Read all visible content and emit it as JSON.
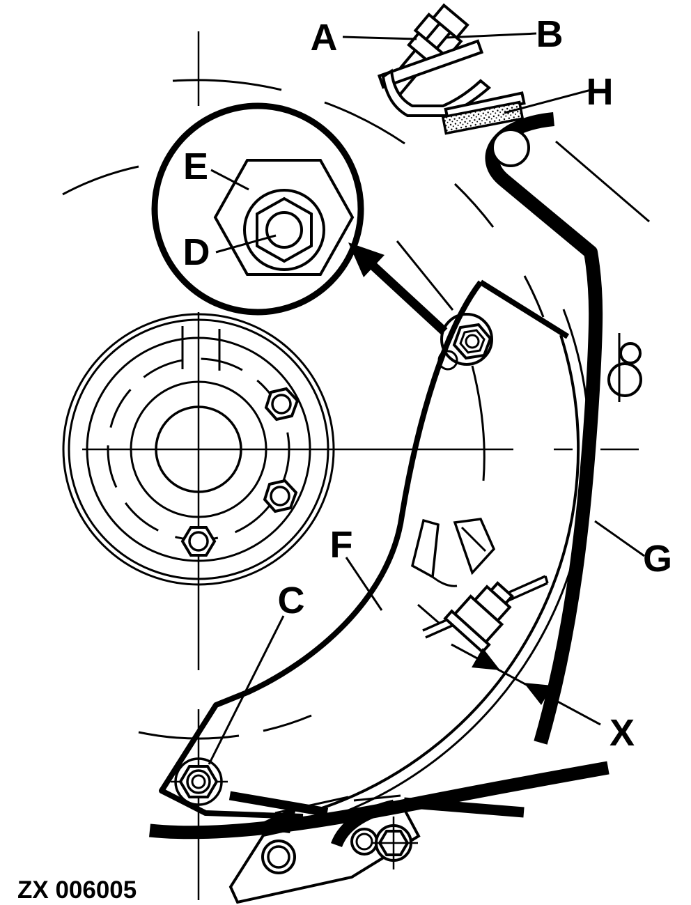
{
  "figure": {
    "code": "ZX 006005",
    "background_color": "#ffffff",
    "line_color": "#000000"
  },
  "callouts": {
    "a": "A",
    "b": "B",
    "c": "C",
    "d": "D",
    "e": "E",
    "f": "F",
    "g": "G",
    "h": "H",
    "x": "X"
  }
}
